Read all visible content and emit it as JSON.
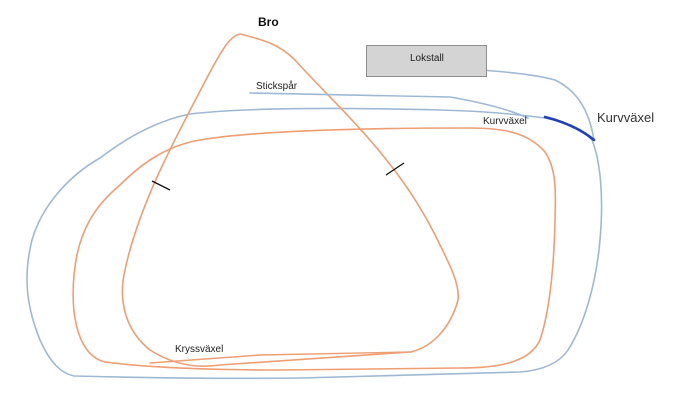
{
  "labels": {
    "bro": "Bro",
    "lokstall": "Lokstall",
    "stickspar": "Stickspår",
    "kurvvaxel_small": "Kurvväxel",
    "kurvvaxel_big": "Kurvväxel",
    "kryssvaxel": "Kryssväxel"
  },
  "colors": {
    "blue_track": "#9fb8d4",
    "orange_track": "#ee9e73",
    "switch_highlight": "#1f3fbf",
    "mark": "#111111",
    "lokstall_fill": "#d4d4d4"
  }
}
